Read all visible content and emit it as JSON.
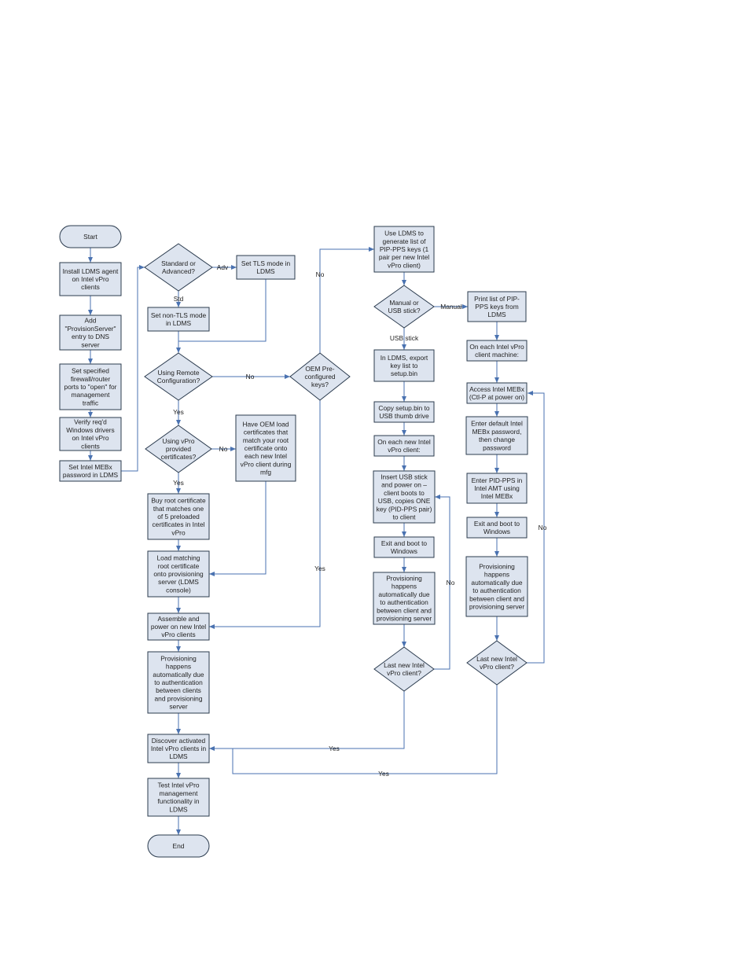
{
  "colors": {
    "box_fill": "#dde4ef",
    "box_stroke": "#2b3b4e",
    "arrow": "#4a72b0",
    "text": "#222222"
  },
  "nodes": {
    "start": {
      "lines": [
        "Start"
      ]
    },
    "install": {
      "lines": [
        "Install LDMS agent",
        "on Intel vPro",
        "clients"
      ]
    },
    "dns": {
      "lines": [
        "Add",
        "\"ProvisionServer\"",
        "entry to DNS",
        "server"
      ]
    },
    "firewall": {
      "lines": [
        "Set specified",
        "firewall/router",
        "ports to \"open\" for",
        "management",
        "traffic"
      ]
    },
    "drivers": {
      "lines": [
        "Verify req'd",
        "Windows drivers",
        "on Intel vPro",
        "clients"
      ]
    },
    "mebx_pw": {
      "lines": [
        "Set Intel MEBx",
        "password in LDMS"
      ]
    },
    "std_adv": {
      "lines": [
        "Standard or",
        "Advanced?"
      ]
    },
    "tls": {
      "lines": [
        "Set TLS mode in",
        "LDMS"
      ]
    },
    "non_tls": {
      "lines": [
        "Set non-TLS mode",
        "in LDMS"
      ]
    },
    "remote_cfg": {
      "lines": [
        "Using Remote",
        "Configuration?"
      ]
    },
    "oem_pre": {
      "lines": [
        "OEM Pre-",
        "configured",
        "keys?"
      ]
    },
    "vpro_cert": {
      "lines": [
        "Using vPro",
        "provided",
        "certificates?"
      ]
    },
    "oem_load": {
      "lines": [
        "Have OEM load",
        "certificates that",
        "match your root",
        "certificate onto",
        "each new Intel",
        "vPro client during",
        "mfg"
      ]
    },
    "buy_root": {
      "lines": [
        "Buy root certificate",
        "that matches one",
        "of 5 preloaded",
        "certificates in Intel",
        "vPro"
      ]
    },
    "load_root": {
      "lines": [
        "Load matching",
        "root certificate",
        "onto provisioning",
        "server (LDMS",
        "console)"
      ]
    },
    "assemble": {
      "lines": [
        "Assemble and",
        "power on new Intel",
        "vPro clients"
      ]
    },
    "prov_auto": {
      "lines": [
        "Provisioning",
        "happens",
        "automatically due",
        "to authentication",
        "between clients",
        "and provisioning",
        "server"
      ]
    },
    "discover": {
      "lines": [
        "Discover activated",
        "Intel vPro clients in",
        "LDMS"
      ]
    },
    "test": {
      "lines": [
        "Test Intel vPro",
        "management",
        "functionality in",
        "LDMS"
      ]
    },
    "end": {
      "lines": [
        "End"
      ]
    },
    "gen_keys": {
      "lines": [
        "Use LDMS to",
        "generate list of",
        "PIP-PPS keys (1",
        "pair per new Intel",
        "vPro client)"
      ]
    },
    "manual_usb": {
      "lines": [
        "Manual or",
        "USB stick?"
      ]
    },
    "export": {
      "lines": [
        "In LDMS, export",
        "key list to",
        "setup.bin"
      ]
    },
    "copy": {
      "lines": [
        "Copy setup.bin to",
        "USB thumb drive"
      ]
    },
    "each_usb": {
      "lines": [
        "On each new Intel",
        "vPro client:"
      ]
    },
    "insert": {
      "lines": [
        "Insert USB stick",
        "and power on –",
        "client boots to",
        "USB, copies ONE",
        "key (PID-PPS pair)",
        "to client"
      ]
    },
    "exit_win1": {
      "lines": [
        "Exit and boot to",
        "Windows"
      ]
    },
    "prov_usb": {
      "lines": [
        "Provisioning",
        "happens",
        "automatically due",
        "to authentication",
        "between client and",
        "provisioning server"
      ]
    },
    "last_usb": {
      "lines": [
        "Last new Intel",
        "vPro client?"
      ]
    },
    "print": {
      "lines": [
        "Print list of PIP-",
        "PPS keys from",
        "LDMS"
      ]
    },
    "each_man": {
      "lines": [
        "On each Intel vPro",
        "client machine:"
      ]
    },
    "access": {
      "lines": [
        "Access Intel MEBx",
        "(Ctl-P at power on)"
      ]
    },
    "enter_pw": {
      "lines": [
        "Enter default Intel",
        "MEBx password,",
        "then change",
        "password"
      ]
    },
    "enter_pid": {
      "lines": [
        "Enter PID-PPS in",
        "Intel AMT using",
        "Intel MEBx"
      ]
    },
    "exit_win2": {
      "lines": [
        "Exit and boot to",
        "Windows"
      ]
    },
    "prov_man": {
      "lines": [
        "Provisioning",
        "happens",
        "automatically due",
        "to authentication",
        "between client and",
        "provisioning server"
      ]
    },
    "last_man": {
      "lines": [
        "Last new Intel",
        "vPro client?"
      ]
    }
  },
  "labels": {
    "adv": "Adv",
    "std": "Std",
    "no_remote": "No",
    "yes_remote": "Yes",
    "no_cert": "No",
    "yes_cert": "Yes",
    "no_oem": "No",
    "yes_oem": "Yes",
    "manual": "Manual",
    "usb_stick": "USB stick",
    "no_usb_loop": "No",
    "yes_usb_done": "Yes",
    "no_man_loop": "No",
    "yes_man_done": "Yes"
  }
}
